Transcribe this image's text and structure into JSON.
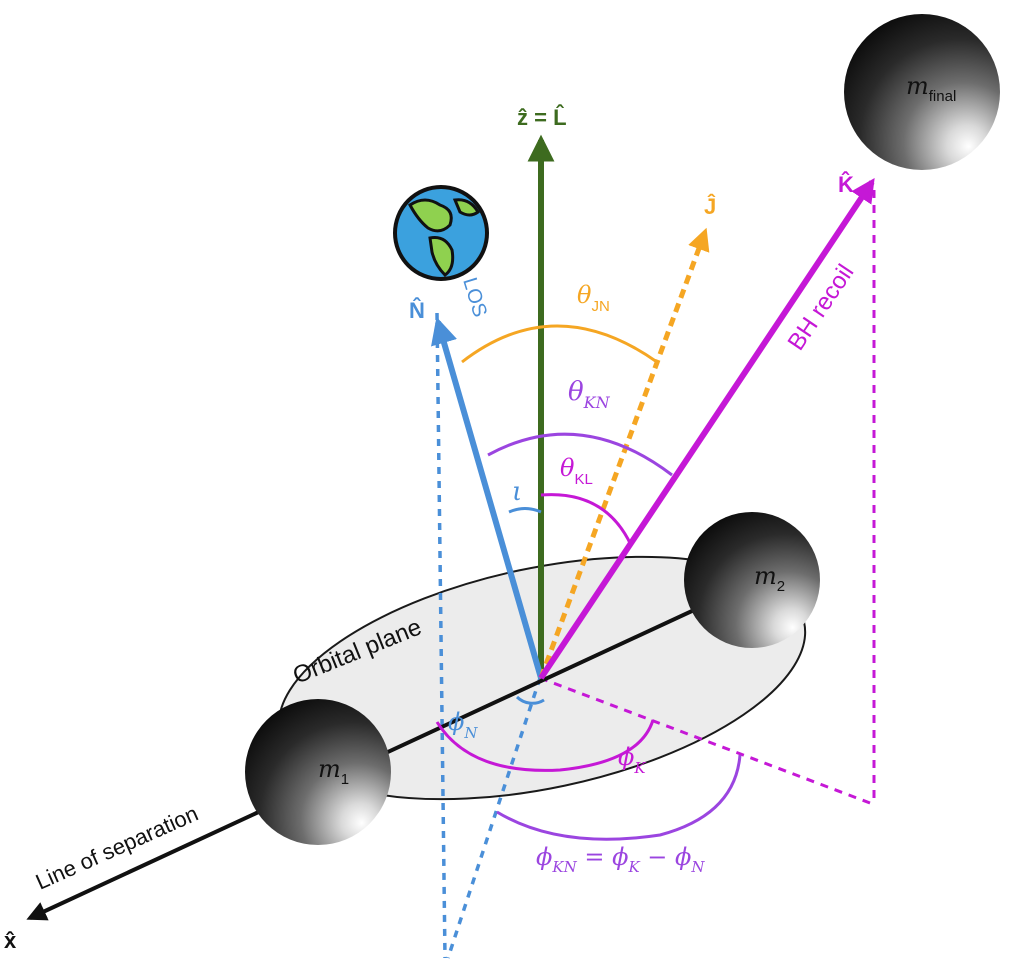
{
  "labels": {
    "z_axis": "ẑ = L̂",
    "x_axis": "x̂",
    "n_vec": "N̂",
    "j_vec": "Ĵ",
    "k_vec": "K̂",
    "los": "LOS",
    "bh_recoil": "BH recoil",
    "orbital_plane": "Orbital plane",
    "line_of_separation": "Line of separation",
    "iota": "ι",
    "theta_jn": "θ",
    "theta_jn_sub": "JN",
    "theta_kn": "θ",
    "theta_kn_sub": "KN",
    "theta_kl": "θ",
    "theta_kl_sub": "KL",
    "phi_n": "ϕ",
    "phi_n_sub": "N",
    "phi_k": "ϕ",
    "phi_k_sub": "K",
    "phi_kn_formula_a": "ϕ",
    "phi_kn_formula_a_sub": "KN",
    "phi_kn_formula_b": " = ϕ",
    "phi_kn_formula_b_sub": "K",
    "phi_kn_formula_c": " − ϕ",
    "phi_kn_formula_c_sub": "N",
    "m1": "m",
    "m1_sub": "1",
    "m2": "m",
    "m2_sub": "2",
    "mfinal": "m",
    "mfinal_sub": "final"
  },
  "colors": {
    "z_axis": "#3d6b1f",
    "n_vec": "#4a8fd8",
    "j_vec": "#f5a623",
    "k_vec": "#c518d6",
    "kn_arc": "#9b45e0",
    "black": "#111111",
    "plane_fill": "#ececec"
  }
}
